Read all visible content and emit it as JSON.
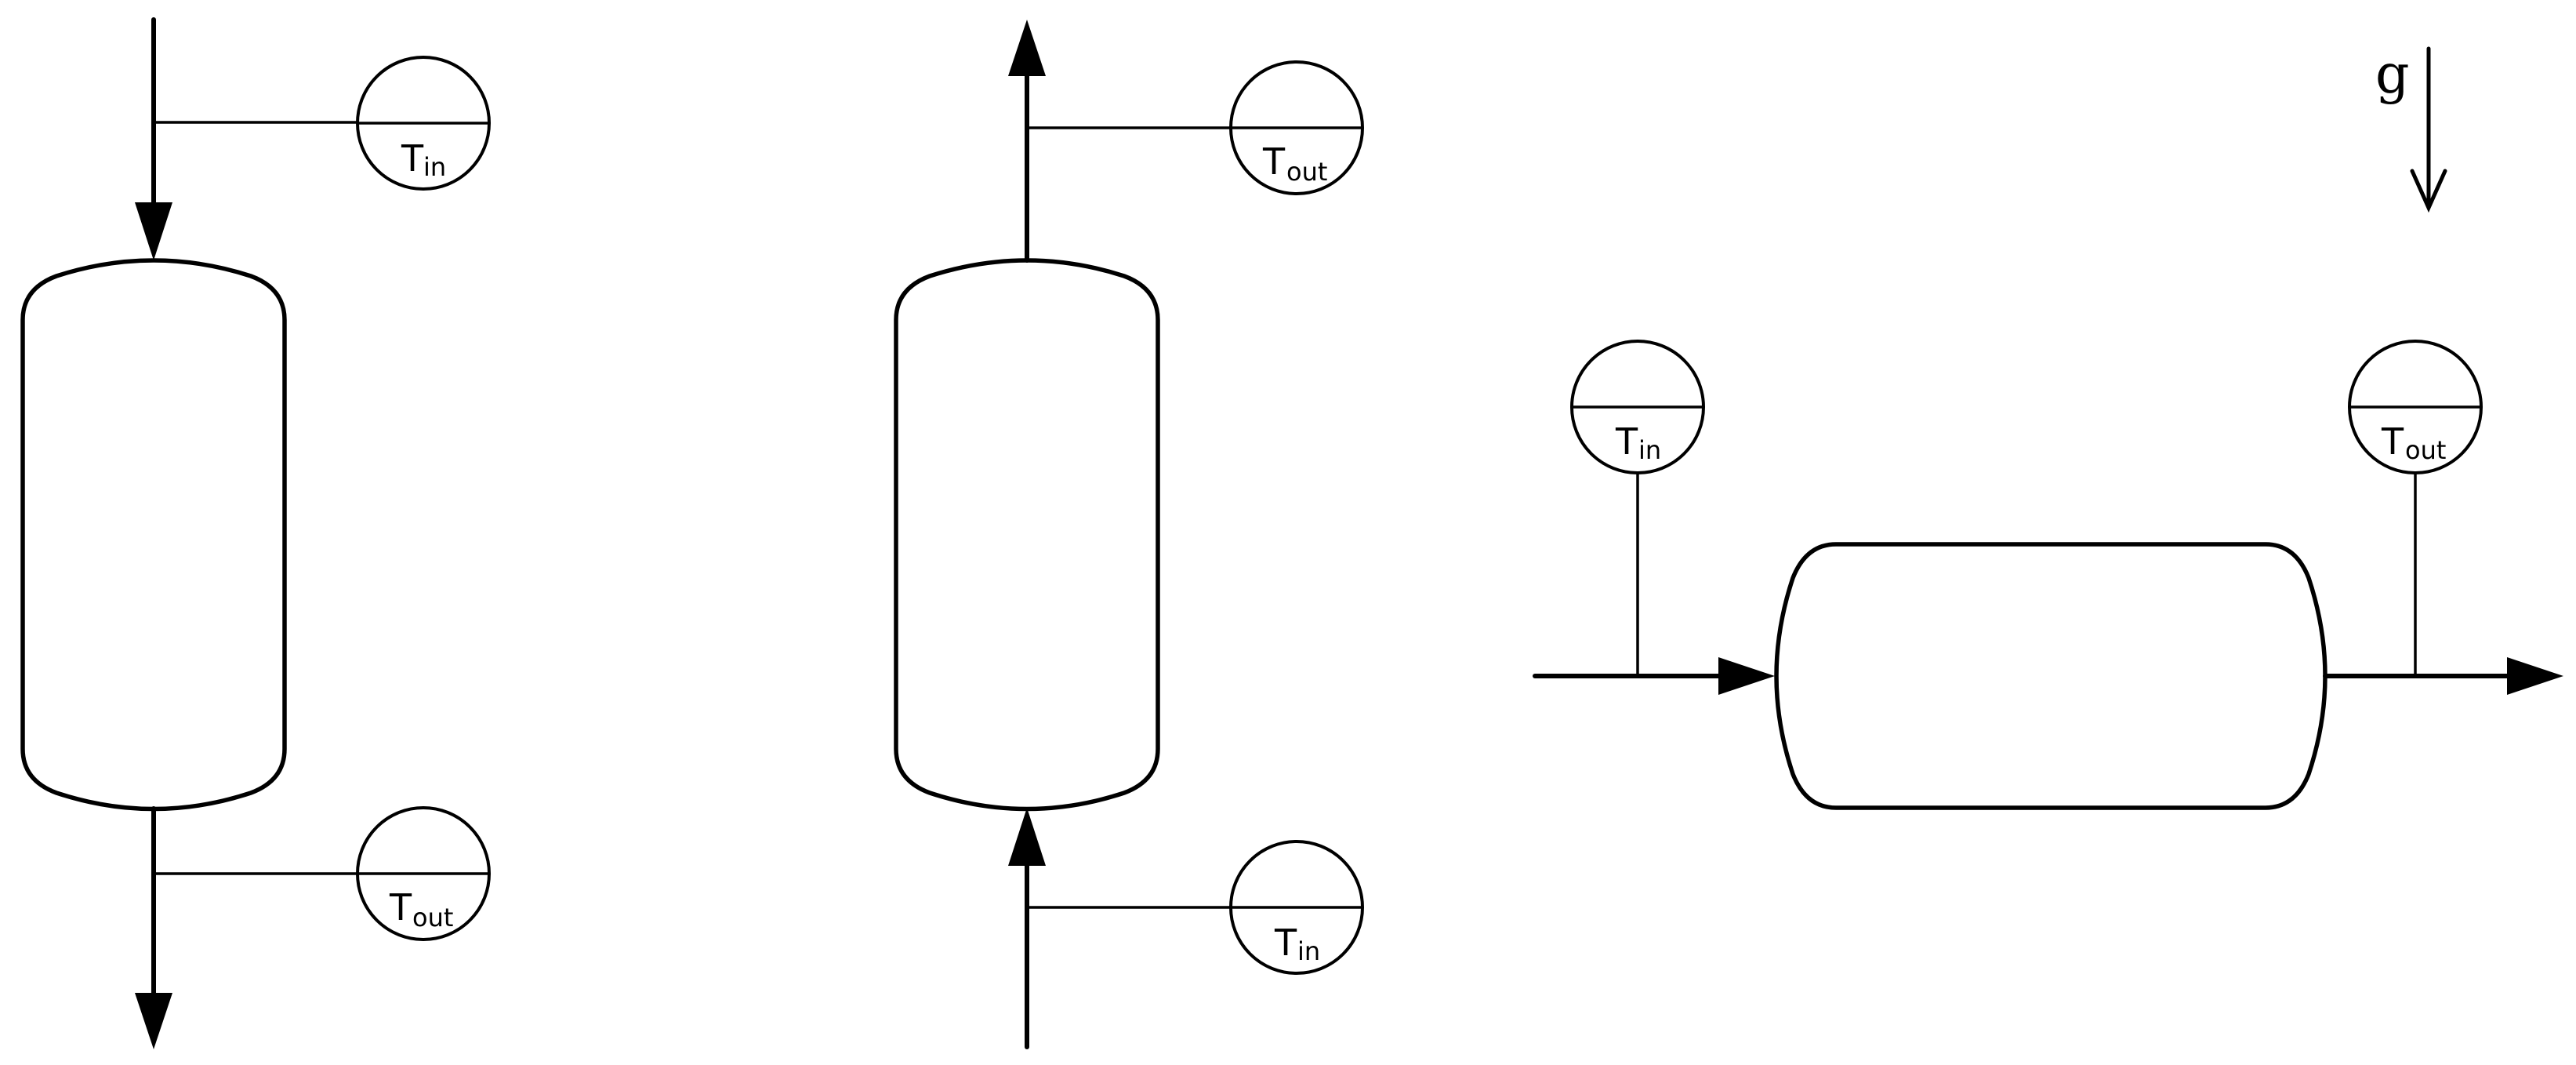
{
  "gravity": {
    "label": "g",
    "direction": "down"
  },
  "configurations": [
    {
      "orientation": "vertical",
      "flow_direction": "top-to-bottom",
      "inlet_sensor": {
        "letter": "T",
        "sub": "in"
      },
      "outlet_sensor": {
        "letter": "T",
        "sub": "out"
      }
    },
    {
      "orientation": "vertical",
      "flow_direction": "bottom-to-top",
      "inlet_sensor": {
        "letter": "T",
        "sub": "in"
      },
      "outlet_sensor": {
        "letter": "T",
        "sub": "out"
      }
    },
    {
      "orientation": "horizontal",
      "flow_direction": "left-to-right",
      "inlet_sensor": {
        "letter": "T",
        "sub": "in"
      },
      "outlet_sensor": {
        "letter": "T",
        "sub": "out"
      }
    }
  ]
}
